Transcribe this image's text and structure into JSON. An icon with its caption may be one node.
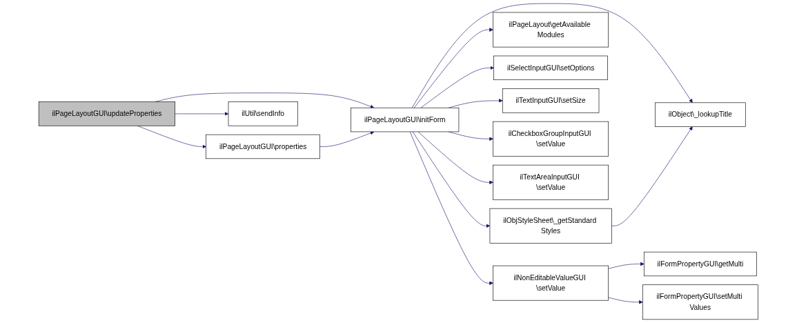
{
  "diagram": {
    "nodes": [
      {
        "text": [
          "ilPageLayoutGUI\\updateProperties"
        ]
      },
      {
        "text": [
          "ilPageLayoutGUI\\initForm"
        ]
      },
      {
        "text": [
          "ilPageLayoutGUI\\properties"
        ]
      },
      {
        "text": [
          "ilUtil\\sendInfo"
        ]
      },
      {
        "text": [
          "ilObjStyleSheet\\_getStandard Styles"
        ]
      },
      {
        "text": [
          "ilObject\\_lookupTitle"
        ]
      },
      {
        "text": [
          "ilPageLayout\\getAvailable Modules"
        ]
      },
      {
        "text": [
          "ilSelectInputGUI\\setOptions"
        ]
      },
      {
        "text": [
          "ilTextInputGUI\\setSize"
        ]
      },
      {
        "text": [
          "ilNonEditableValueGUI \\setValue"
        ]
      },
      {
        "text": [
          "ilFormPropertyGUI\\getMulti"
        ]
      },
      {
        "text": [
          "ilFormPropertyGUI\\setMulti Values"
        ]
      },
      {
        "text": [
          "ilCheckboxGroupInputGUI \\setValue"
        ]
      },
      {
        "text": [
          "ilTextAreaInputGUI \\setValue"
        ]
      }
    ],
    "edges": [
      {
        "from": 0,
        "to": 1,
        "arrow": "to"
      },
      {
        "from": 0,
        "to": 2,
        "arrow": "to"
      },
      {
        "from": 0,
        "to": 3,
        "arrow": "to"
      },
      {
        "from": 2,
        "to": 1,
        "arrow": "to"
      },
      {
        "from": 1,
        "to": 4,
        "arrow": "to"
      },
      {
        "from": 1,
        "to": 5,
        "arrow": "to"
      },
      {
        "from": 1,
        "to": 6,
        "arrow": "to"
      },
      {
        "from": 1,
        "to": 7,
        "arrow": "to"
      },
      {
        "from": 1,
        "to": 8,
        "arrow": "to"
      },
      {
        "from": 1,
        "to": 9,
        "arrow": "to"
      },
      {
        "from": 1,
        "to": 12,
        "arrow": "to"
      },
      {
        "from": 1,
        "to": 13,
        "arrow": "to"
      },
      {
        "from": 4,
        "to": 5,
        "arrow": "to"
      },
      {
        "from": 9,
        "to": 10,
        "arrow": "to"
      },
      {
        "from": 9,
        "to": 11,
        "arrow": "to"
      }
    ]
  }
}
